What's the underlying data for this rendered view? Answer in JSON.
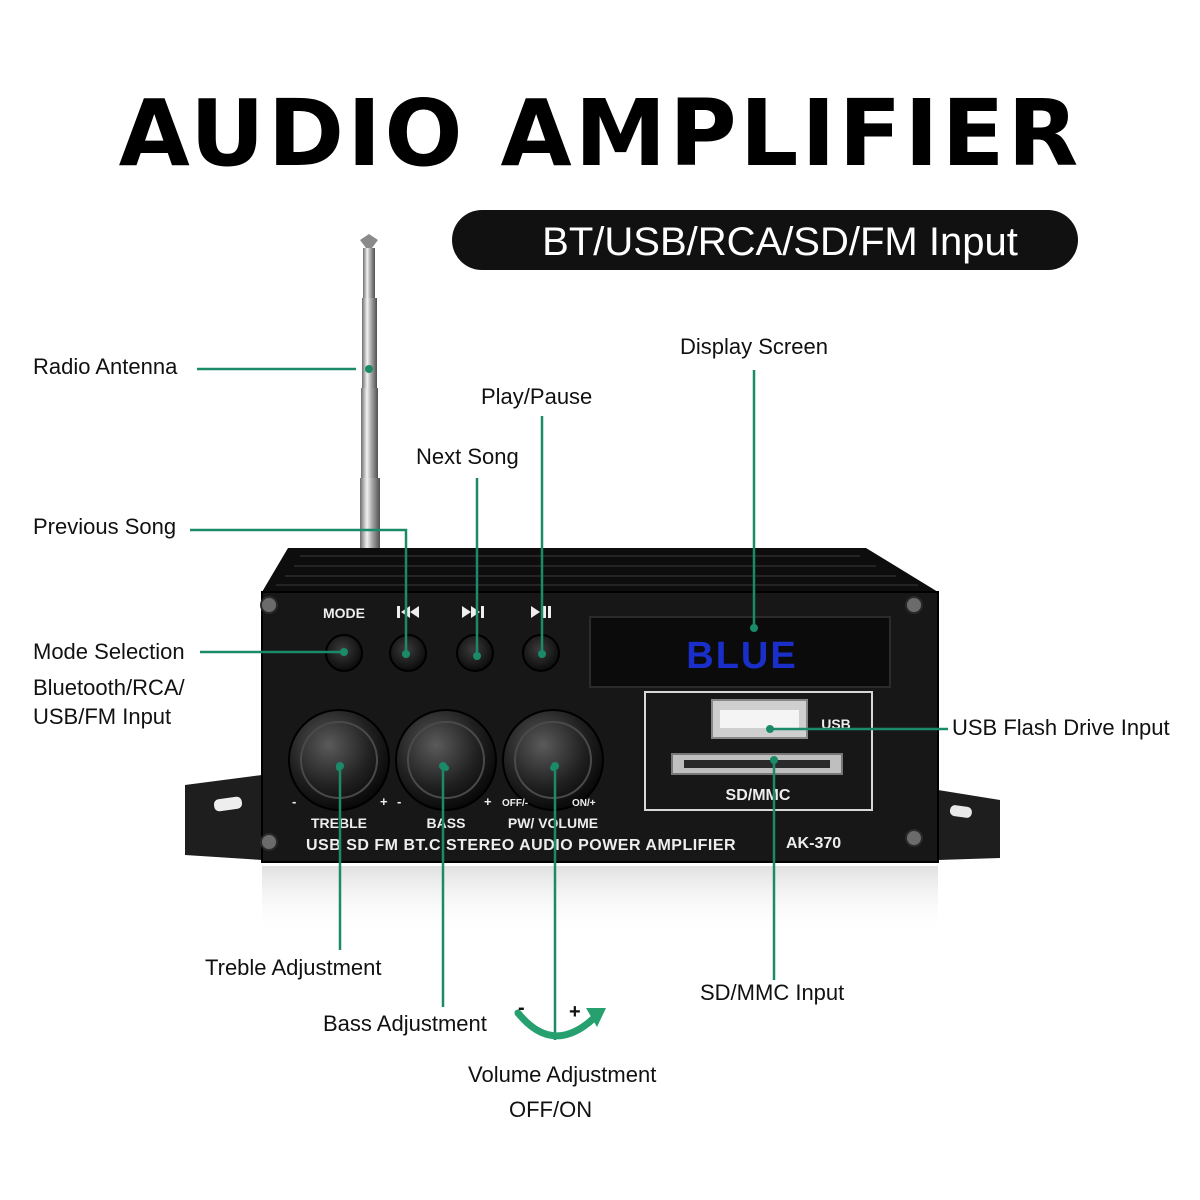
{
  "title": "AUDIO AMPLIFIER",
  "subtitle": "BT/USB/RCA/SD/FM Input",
  "callouts": {
    "radio_antenna": "Radio Antenna",
    "display_screen": "Display Screen",
    "play_pause": "Play/Pause",
    "next_song": "Next Song",
    "previous_song": "Previous Song",
    "mode_selection": "Mode Selection",
    "mode_inputs_1": "Bluetooth/RCA/",
    "mode_inputs_2": "USB/FM Input",
    "usb_flash_drive_input": "USB Flash Drive Input",
    "treble_adjustment": "Treble Adjustment",
    "bass_adjustment": "Bass Adjustment",
    "sd_mmc_input": "SD/MMC Input",
    "volume_adjustment": "Volume Adjustment",
    "off_on": "OFF/ON"
  },
  "device": {
    "mode_label": "MODE",
    "display_text": "BLUE",
    "usb_label": "USB",
    "sd_label": "SD/MMC",
    "treble_label": "TREBLE",
    "bass_label": "BASS",
    "volume_label": "PW/ VOLUME",
    "off_label": "OFF/-",
    "on_label": "ON/+",
    "minus": "-",
    "plus": "+",
    "front_text": "USB SD FM BT.C STEREO AUDIO POWER AMPLIFIER",
    "model": "AK-370"
  },
  "colors": {
    "callout_line": "#1a8a68",
    "device_body": "#141414",
    "display_text": "#1a2fc9",
    "volume_arrow": "#25a06e"
  }
}
